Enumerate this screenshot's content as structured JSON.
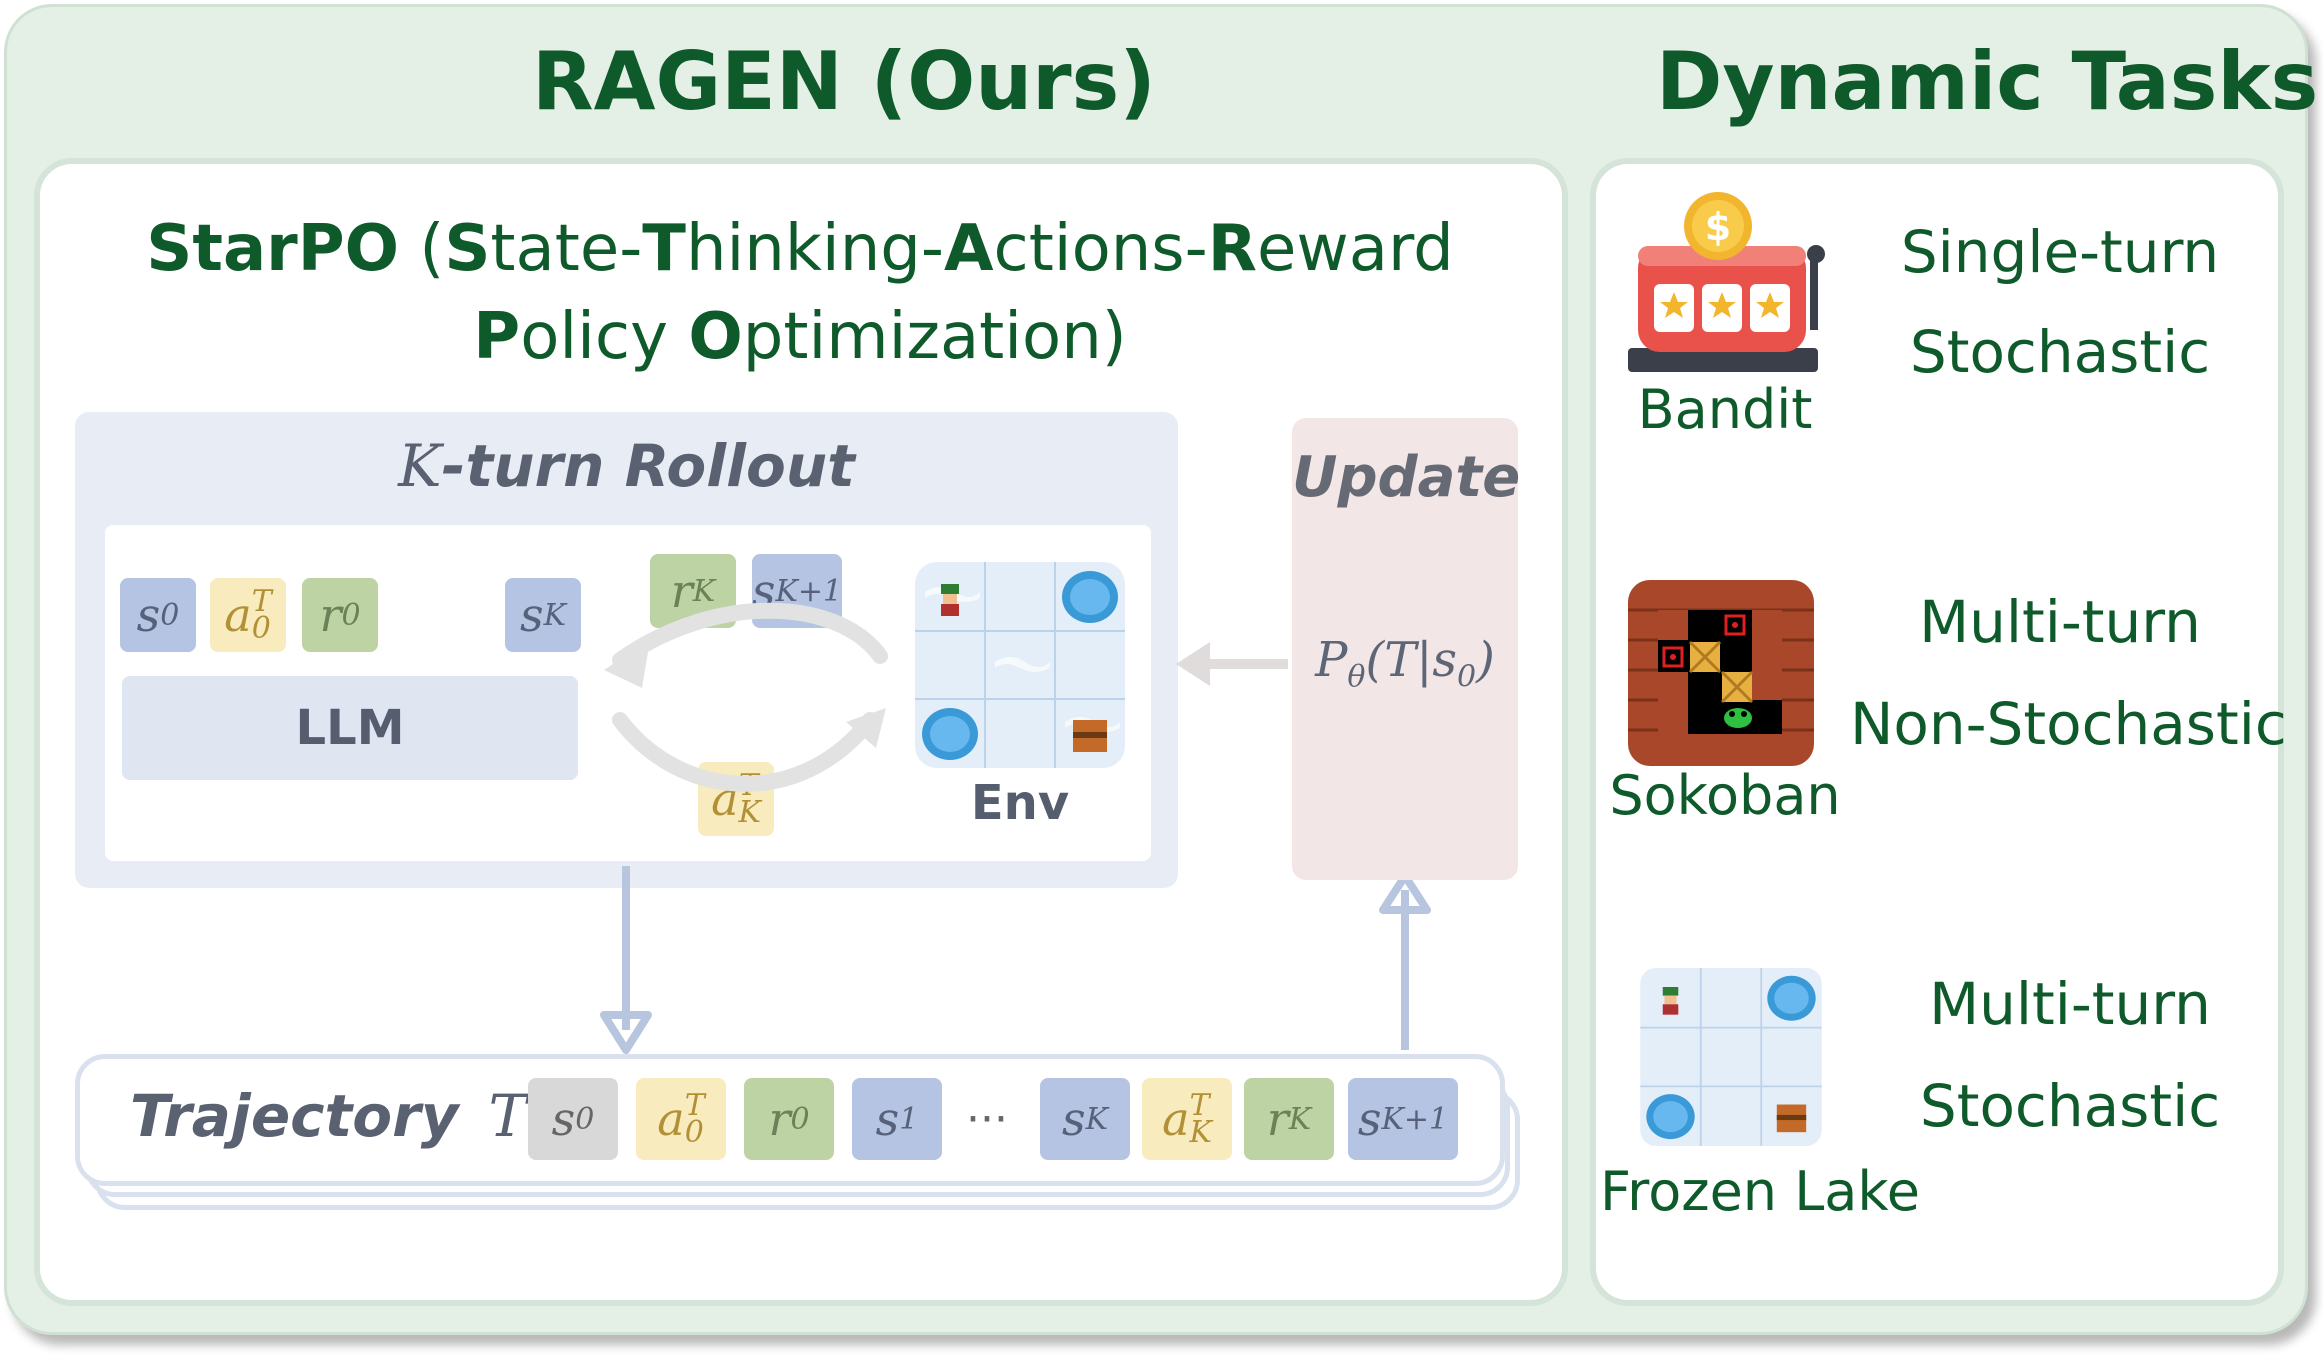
{
  "left_title": "RAGEN (Ours)",
  "right_title": "Dynamic Tasks",
  "starpo": {
    "name": "StarPO",
    "line1_rest_parts": [
      " (",
      "S",
      "tate-",
      "T",
      "hinking-",
      "A",
      "ctions-",
      "R",
      "eward"
    ],
    "line2_parts": [
      "P",
      "olicy ",
      "O",
      "ptimization)"
    ]
  },
  "rollout": {
    "title_k": "K",
    "title_rest": "-turn Rollout",
    "llm_label": "LLM",
    "env_label": "Env",
    "tokens": {
      "s0": "s",
      "s0_sub": "0",
      "a0": "a",
      "a0_sup": "T",
      "a0_sub": "0",
      "r0": "r",
      "r0_sub": "0",
      "sK": "s",
      "sK_sub": "K",
      "rK": "r",
      "rK_sub": "K",
      "sK1": "s",
      "sK1_sub": "K+1",
      "aK": "a",
      "aK_sup": "T",
      "aK_sub": "K"
    }
  },
  "update": {
    "title": "Update",
    "policy_p": "P",
    "policy_sub": "θ",
    "policy_rest": "(T|s",
    "policy_s_sub": "0",
    "policy_close": ")"
  },
  "trajectory": {
    "label": "Trajectory",
    "symbol": "T",
    "dots": "···",
    "seq": [
      {
        "kind": "g",
        "base": "s",
        "sup": "",
        "sub": "0"
      },
      {
        "kind": "a",
        "base": "a",
        "sup": "T",
        "sub": "0"
      },
      {
        "kind": "r",
        "base": "r",
        "sup": "",
        "sub": "0"
      },
      {
        "kind": "s",
        "base": "s",
        "sup": "",
        "sub": "1"
      },
      {
        "kind": "s",
        "base": "s",
        "sup": "",
        "sub": "K"
      },
      {
        "kind": "a",
        "base": "a",
        "sup": "T",
        "sub": "K"
      },
      {
        "kind": "r",
        "base": "r",
        "sup": "",
        "sub": "K"
      },
      {
        "kind": "s",
        "base": "s",
        "sup": "",
        "sub": "K+1"
      }
    ]
  },
  "tasks": [
    {
      "name": "Bandit",
      "line1": "Single-turn",
      "line2": "Stochastic",
      "icon": "slot-machine-icon"
    },
    {
      "name": "Sokoban",
      "line1": "Multi-turn",
      "line2": "Non-Stochastic",
      "icon": "sokoban-icon"
    },
    {
      "name": "Frozen Lake",
      "line1": "Multi-turn",
      "line2": "Stochastic",
      "icon": "frozen-lake-icon"
    }
  ],
  "colors": {
    "title_green": "#0f5a2a",
    "state_blue": "#b4c4e2",
    "action_yellow": "#f8ebbe",
    "reward_green": "#bed3a4",
    "update_pink": "#f2e6e6"
  }
}
